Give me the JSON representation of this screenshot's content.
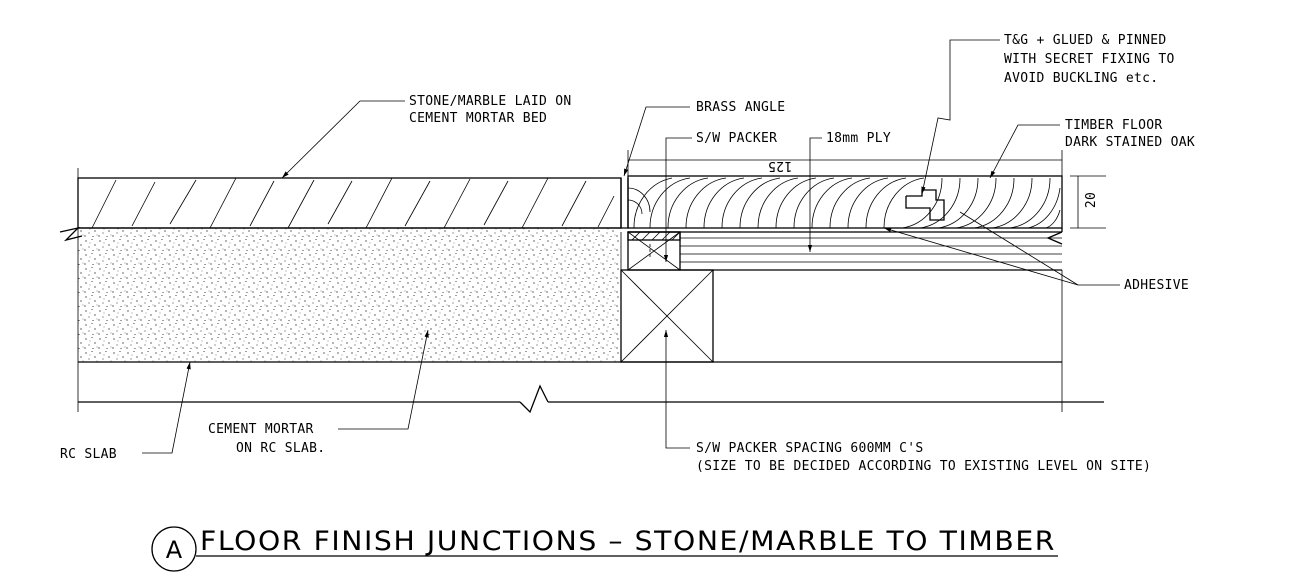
{
  "drawing": {
    "title": "FLOOR FINISH JUNCTIONS – STONE/MARBLE TO TIMBER",
    "detail_ref": "A",
    "labels": {
      "stone_l1": "STONE/MARBLE LAID ON",
      "stone_l2": "CEMENT MORTAR BED",
      "brass_angle": "BRASS ANGLE",
      "sw_packer": "S/W PACKER",
      "ply": "18mm PLY",
      "tg_l1": "T&G + GLUED & PINNED",
      "tg_l2": "WITH SECRET FIXING TO",
      "tg_l3": "AVOID BUCKLING etc.",
      "timber_l1": "TIMBER FLOOR",
      "timber_l2": "DARK STAINED OAK",
      "adhesive": "ADHESIVE",
      "rc_slab": "RC SLAB",
      "mortar_l1": "CEMENT MORTAR",
      "mortar_l2": "ON RC SLAB.",
      "spacing_l1": "S/W PACKER SPACING 600MM C'S",
      "spacing_l2": "(SIZE TO BE DECIDED ACCORDING TO EXISTING LEVEL ON SITE)"
    },
    "dimensions": {
      "width": "125",
      "thickness": "20"
    }
  }
}
